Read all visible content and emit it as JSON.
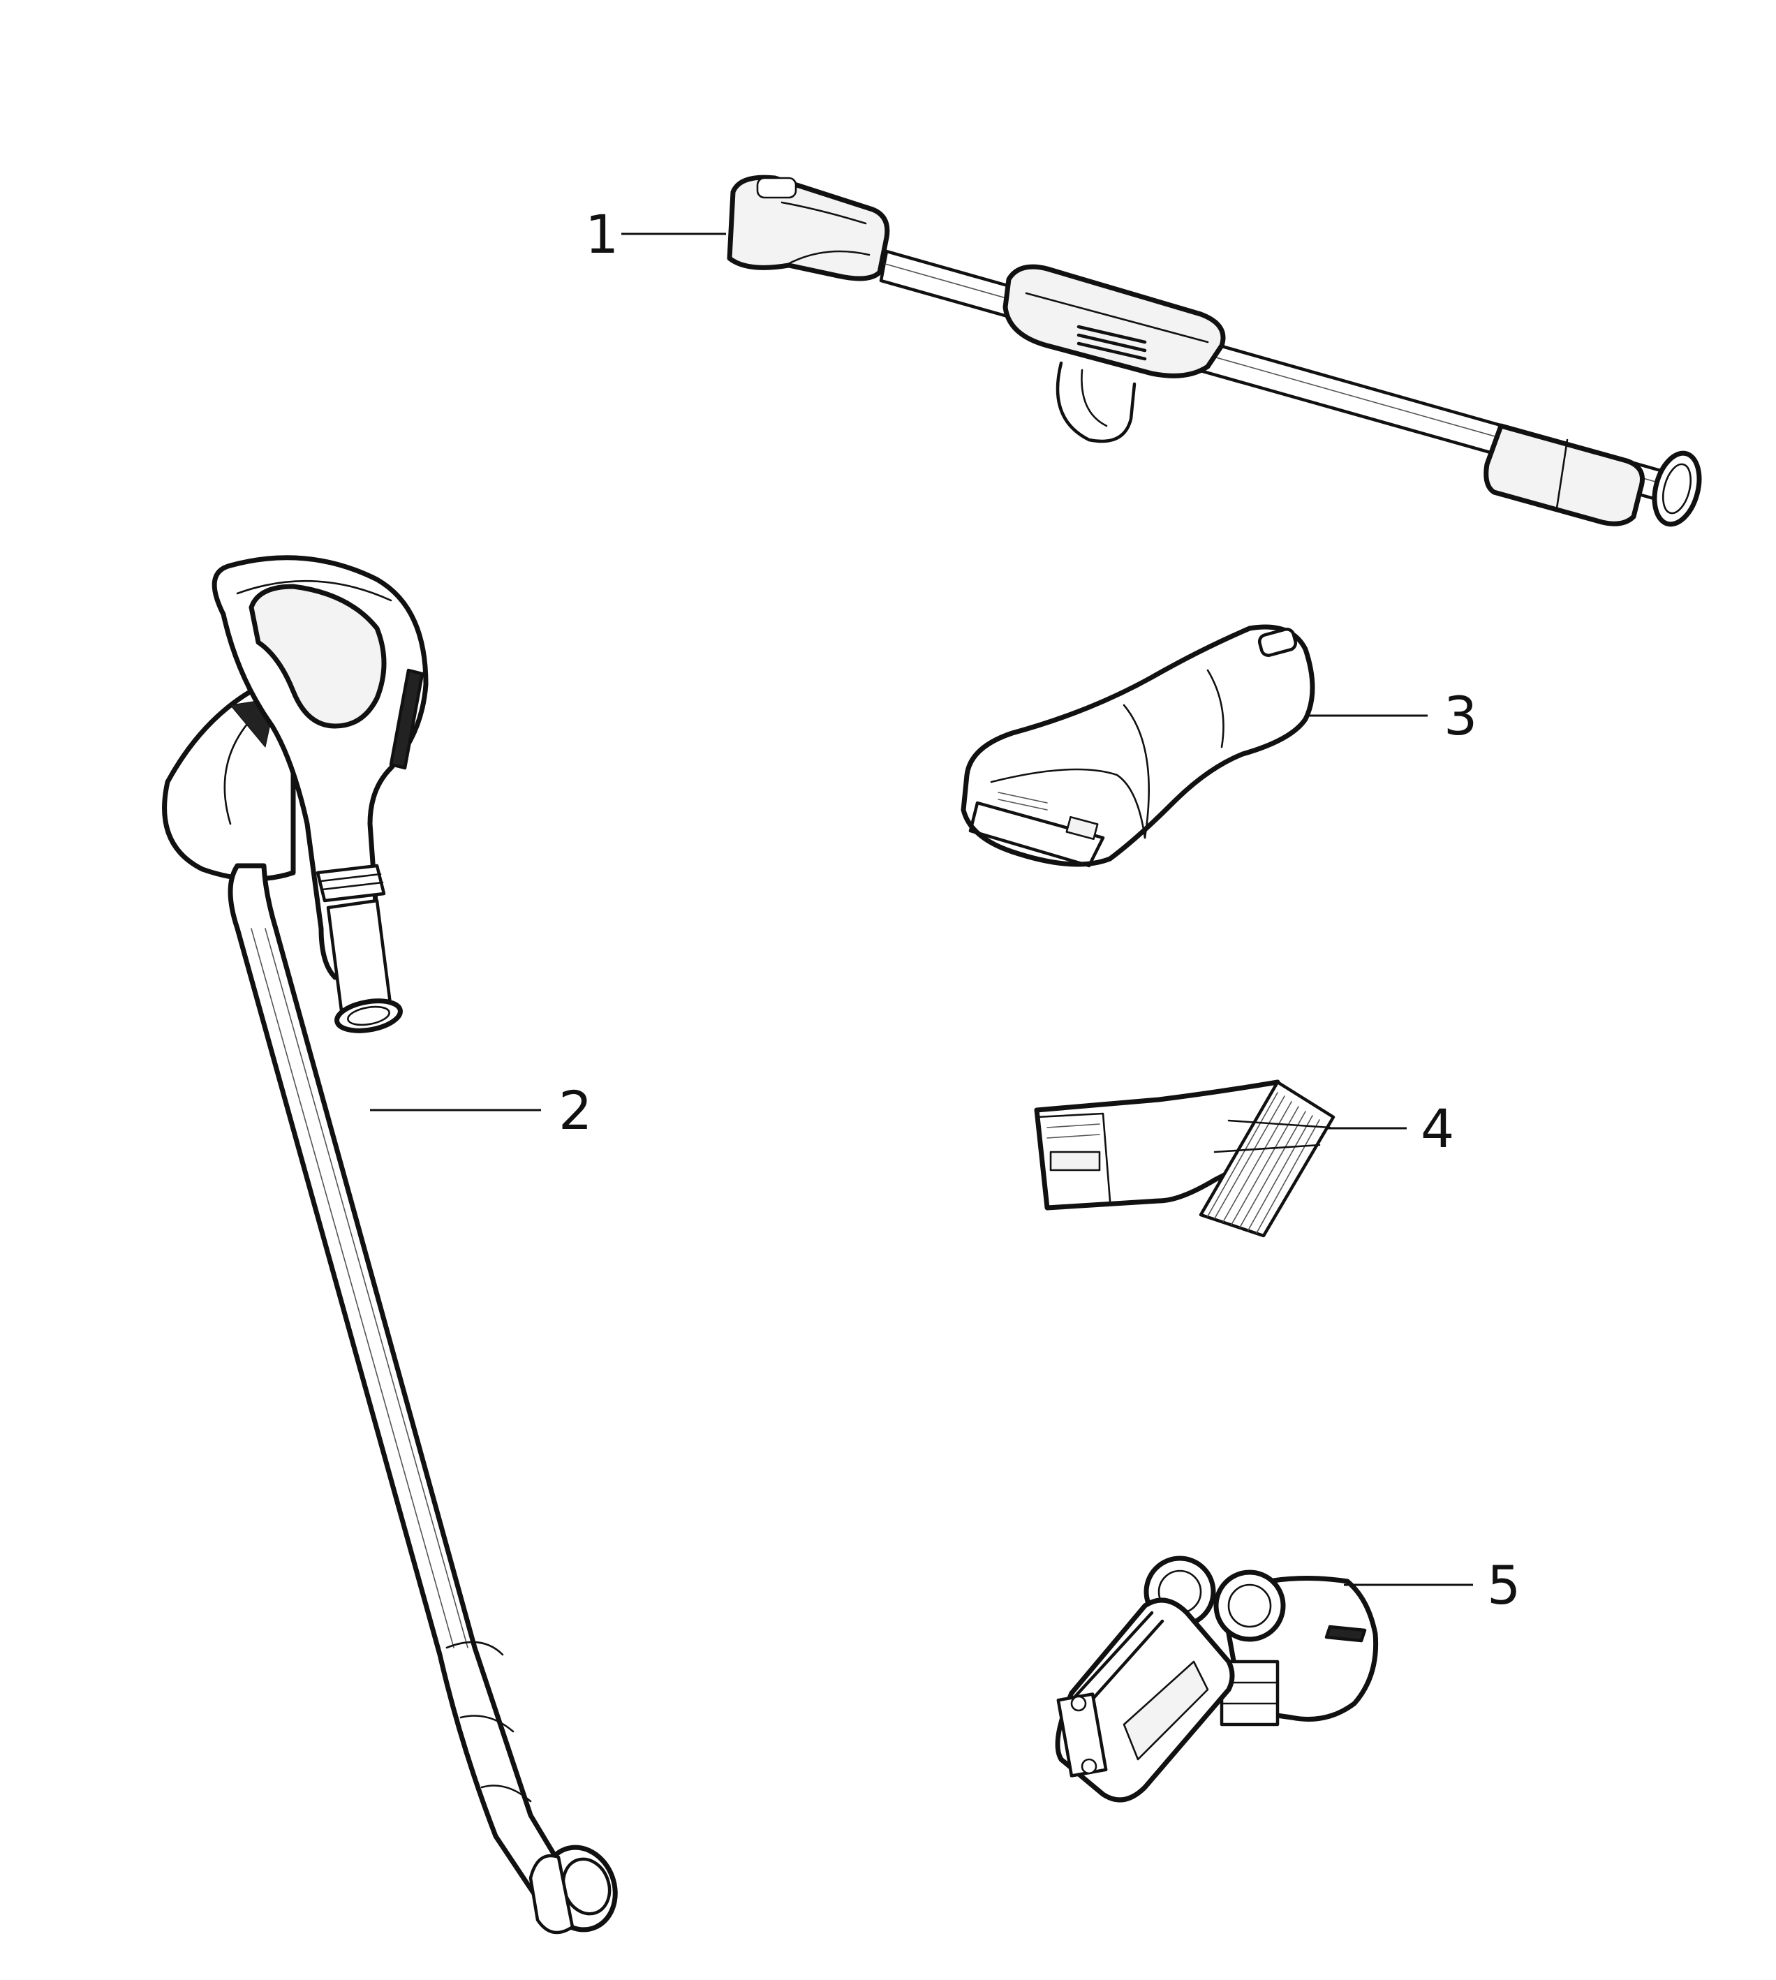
{
  "callouts": [
    {
      "id": "part-1",
      "label": "1"
    },
    {
      "id": "part-2",
      "label": "2"
    },
    {
      "id": "part-3",
      "label": "3"
    },
    {
      "id": "part-4",
      "label": "4"
    },
    {
      "id": "part-5",
      "label": "5"
    }
  ],
  "colors": {
    "line": "#111111",
    "background": "#ffffff"
  }
}
